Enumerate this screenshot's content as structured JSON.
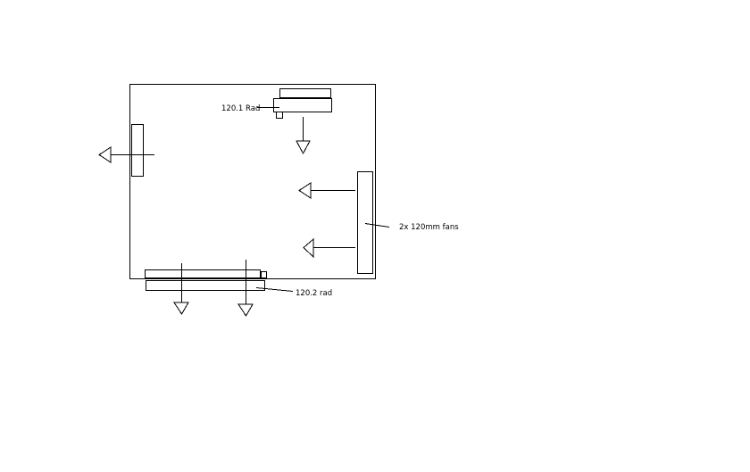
{
  "diagram": {
    "labels": {
      "top_radiator": "120.1 Rad",
      "bottom_radiator": "120.2 rad",
      "front_fans": "2x 120mm fans"
    },
    "colors": {
      "stroke": "#000000",
      "background": "#ffffff"
    }
  }
}
